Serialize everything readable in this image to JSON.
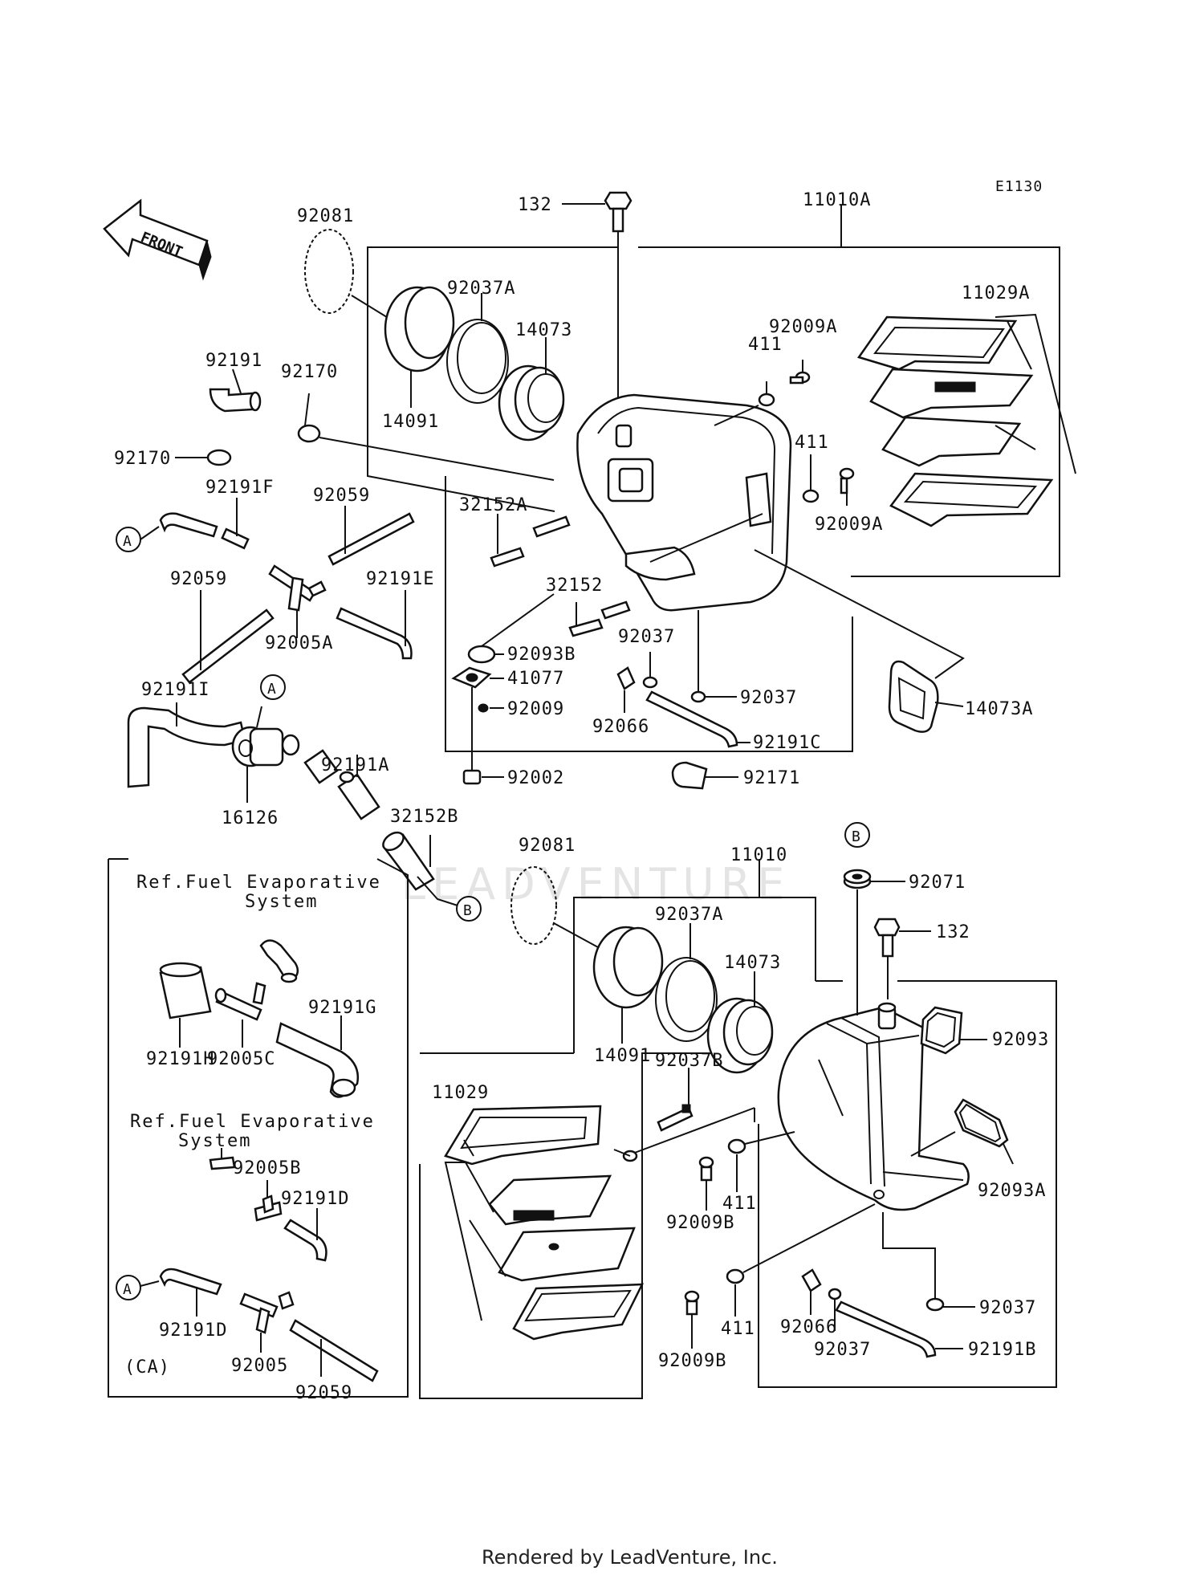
{
  "diagram_code": "E1130",
  "front_label": "FRONT",
  "watermark": "LEADVENTURE",
  "footer": "Rendered by LeadVenture, Inc.",
  "ref_fuel_1": [
    "Ref.Fuel Evaporative",
    "System"
  ],
  "ref_fuel_2": [
    "Ref.Fuel Evaporative",
    "System"
  ],
  "ca_label": "(CA)",
  "callouts": {
    "a1": "A",
    "a2": "A",
    "a3": "A",
    "b1": "B",
    "b2": "B"
  },
  "labels": {
    "p132_top": "132",
    "p11010A": "11010A",
    "p92081_top": "92081",
    "p92037A_top": "92037A",
    "p14073_top": "14073",
    "p14091_top": "14091",
    "p11029A": "11029A",
    "p92009A_1": "92009A",
    "p411_1": "411",
    "p411_2": "411",
    "p92009A_2": "92009A",
    "p92191": "92191",
    "p92170_1": "92170",
    "p92170_2": "92170",
    "p92191F": "92191F",
    "p92059_1": "92059",
    "p32152A": "32152A",
    "p92059_2": "92059",
    "p92191E": "92191E",
    "p92005A": "92005A",
    "p32152": "32152",
    "p92093B": "92093B",
    "p92037_1": "92037",
    "p41077": "41077",
    "p92037_2": "92037",
    "p92009": "92009",
    "p92066_1": "92066",
    "p14073A": "14073A",
    "p92191C": "92191C",
    "p92191I": "92191I",
    "p16126": "16126",
    "p92191A": "92191A",
    "p92002": "92002",
    "p92171": "92171",
    "p32152B": "32152B",
    "p92081_bot": "92081",
    "p11010": "11010",
    "p92071": "92071",
    "p132_bot": "132",
    "p92037A_bot": "92037A",
    "p14073_bot": "14073",
    "p14091_bot": "14091",
    "p92093": "92093",
    "p92191G": "92191G",
    "p92191H": "92191H",
    "p92005C": "92005C",
    "p92037B": "92037B",
    "p11029": "11029",
    "p92005B": "92005B",
    "p92191D_1": "92191D",
    "p411_3": "411",
    "p92009B_1": "92009B",
    "p92093A": "92093A",
    "p92191D_2": "92191D",
    "p92005": "92005",
    "p92059_3": "92059",
    "p411_4": "411",
    "p92009B_2": "92009B",
    "p92066_2": "92066",
    "p92037_3": "92037",
    "p92037_4": "92037",
    "p92191B": "92191B"
  }
}
